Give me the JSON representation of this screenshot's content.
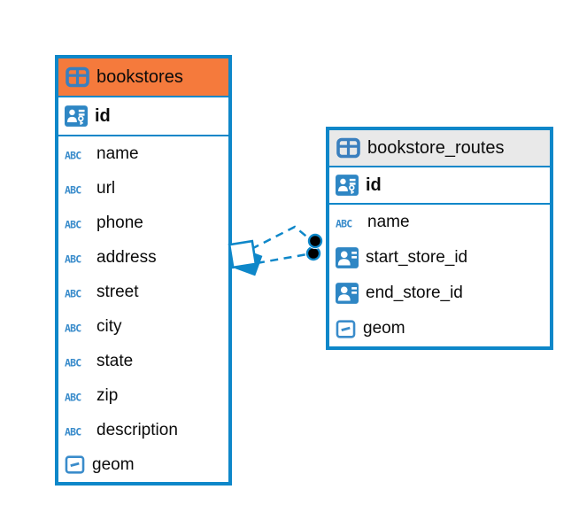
{
  "diagram": {
    "tables": [
      {
        "name": "bookstores",
        "header_bg": "#F57A3C",
        "pk": {
          "name": "id",
          "type": "primary-key"
        },
        "columns": [
          {
            "name": "name",
            "type": "text"
          },
          {
            "name": "url",
            "type": "text"
          },
          {
            "name": "phone",
            "type": "text"
          },
          {
            "name": "address",
            "type": "text"
          },
          {
            "name": "street",
            "type": "text"
          },
          {
            "name": "city",
            "type": "text"
          },
          {
            "name": "state",
            "type": "text"
          },
          {
            "name": "zip",
            "type": "text"
          },
          {
            "name": "description",
            "type": "text"
          },
          {
            "name": "geom",
            "type": "geometry"
          }
        ]
      },
      {
        "name": "bookstore_routes",
        "header_bg": "#E9E9E9",
        "pk": {
          "name": "id",
          "type": "primary-key"
        },
        "columns": [
          {
            "name": "name",
            "type": "text"
          },
          {
            "name": "start_store_id",
            "type": "reference"
          },
          {
            "name": "end_store_id",
            "type": "reference"
          },
          {
            "name": "geom",
            "type": "geometry"
          }
        ]
      }
    ],
    "relationships": [
      {
        "from": "bookstores",
        "to": "bookstore_routes",
        "style": "dashed",
        "source_marker": "diamond",
        "target_marker": "dot"
      },
      {
        "from": "bookstores",
        "to": "bookstore_routes",
        "style": "dashed",
        "source_marker": "diamond",
        "target_marker": "dot"
      }
    ],
    "colors": {
      "table_border": "#0E87C9",
      "bookstores_header_bg": "#F57A3C",
      "routes_header_bg": "#E9E9E9",
      "icon_blue": "#2E86C4",
      "relationship_line": "#0E87C9",
      "text": "#0B0B0B"
    }
  }
}
